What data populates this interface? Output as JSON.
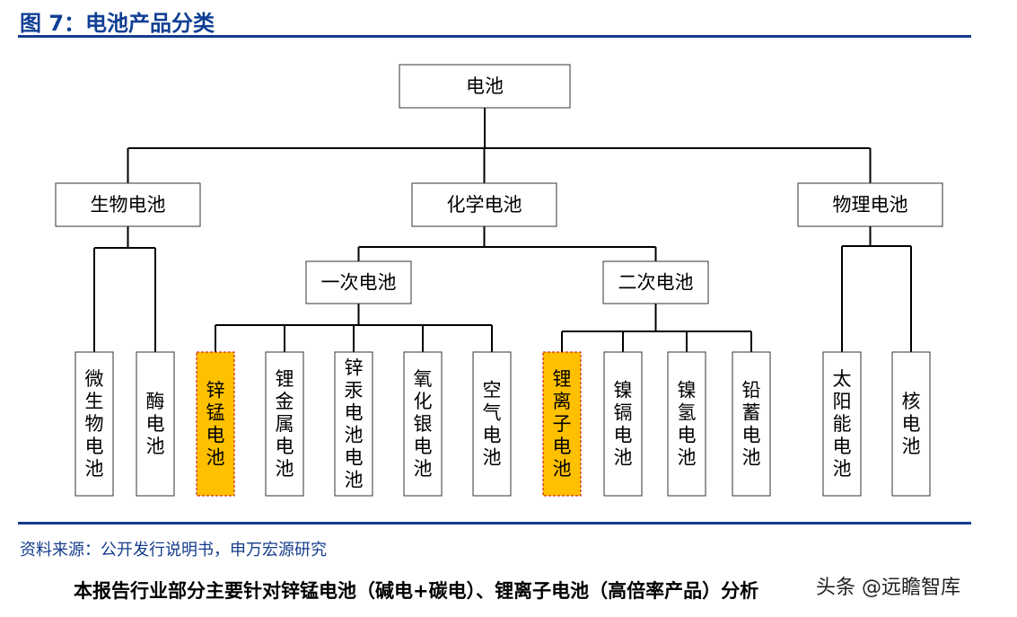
{
  "figure": {
    "title": "图 7：电池产品分类"
  },
  "diagram": {
    "nodes": [
      {
        "id": "root",
        "label": "电池",
        "orientation": "h",
        "highlight": false
      },
      {
        "id": "bio",
        "label": "生物电池",
        "orientation": "h",
        "highlight": false
      },
      {
        "id": "chem",
        "label": "化学电池",
        "orientation": "h",
        "highlight": false
      },
      {
        "id": "phys",
        "label": "物理电池",
        "orientation": "h",
        "highlight": false
      },
      {
        "id": "primary",
        "label": "一次电池",
        "orientation": "h",
        "highlight": false
      },
      {
        "id": "secondary",
        "label": "二次电池",
        "orientation": "h",
        "highlight": false
      },
      {
        "id": "micro",
        "label": "微生物电池",
        "orientation": "v",
        "highlight": false
      },
      {
        "id": "enzyme",
        "label": "酶电池",
        "orientation": "v",
        "highlight": false
      },
      {
        "id": "zn-mn",
        "label": "锌锰电池",
        "orientation": "v",
        "highlight": true
      },
      {
        "id": "li-metal",
        "label": "锂金属电池",
        "orientation": "v",
        "highlight": false
      },
      {
        "id": "zn-hg",
        "label": "锌汞电池电池",
        "orientation": "v",
        "highlight": false
      },
      {
        "id": "ag-oxide",
        "label": "氧化银电池",
        "orientation": "v",
        "highlight": false
      },
      {
        "id": "air",
        "label": "空气电池",
        "orientation": "v",
        "highlight": false
      },
      {
        "id": "li-ion",
        "label": "锂离子电池",
        "orientation": "v",
        "highlight": true
      },
      {
        "id": "ni-cd",
        "label": "镍镉电池",
        "orientation": "v",
        "highlight": false
      },
      {
        "id": "ni-mh",
        "label": "镍氢电池",
        "orientation": "v",
        "highlight": false
      },
      {
        "id": "lead-acid",
        "label": "铅蓄电池",
        "orientation": "v",
        "highlight": false
      },
      {
        "id": "solar",
        "label": "太阳能电池",
        "orientation": "v",
        "highlight": false
      },
      {
        "id": "nuclear",
        "label": "核电池",
        "orientation": "v",
        "highlight": false
      }
    ],
    "edges": [
      {
        "from": "root",
        "to": "bio"
      },
      {
        "from": "root",
        "to": "chem"
      },
      {
        "from": "root",
        "to": "phys"
      },
      {
        "from": "bio",
        "to": "micro"
      },
      {
        "from": "bio",
        "to": "enzyme"
      },
      {
        "from": "chem",
        "to": "primary"
      },
      {
        "from": "chem",
        "to": "secondary"
      },
      {
        "from": "primary",
        "to": "zn-mn"
      },
      {
        "from": "primary",
        "to": "li-metal"
      },
      {
        "from": "primary",
        "to": "zn-hg"
      },
      {
        "from": "primary",
        "to": "ag-oxide"
      },
      {
        "from": "primary",
        "to": "air"
      },
      {
        "from": "secondary",
        "to": "li-ion"
      },
      {
        "from": "secondary",
        "to": "ni-cd"
      },
      {
        "from": "secondary",
        "to": "ni-mh"
      },
      {
        "from": "secondary",
        "to": "lead-acid"
      },
      {
        "from": "phys",
        "to": "solar"
      },
      {
        "from": "phys",
        "to": "nuclear"
      }
    ],
    "colors": {
      "highlight_fill": "#ffc000",
      "highlight_border": "#c00000",
      "title_blue": "#0f3f94"
    }
  },
  "footer": {
    "source": "资料来源：公开发行说明书，申万宏源研究",
    "summary": "本报告行业部分主要针对锌锰电池（碱电+碳电）、锂离子电池（高倍率产品）分析",
    "watermark": "头条 @远瞻智库"
  }
}
